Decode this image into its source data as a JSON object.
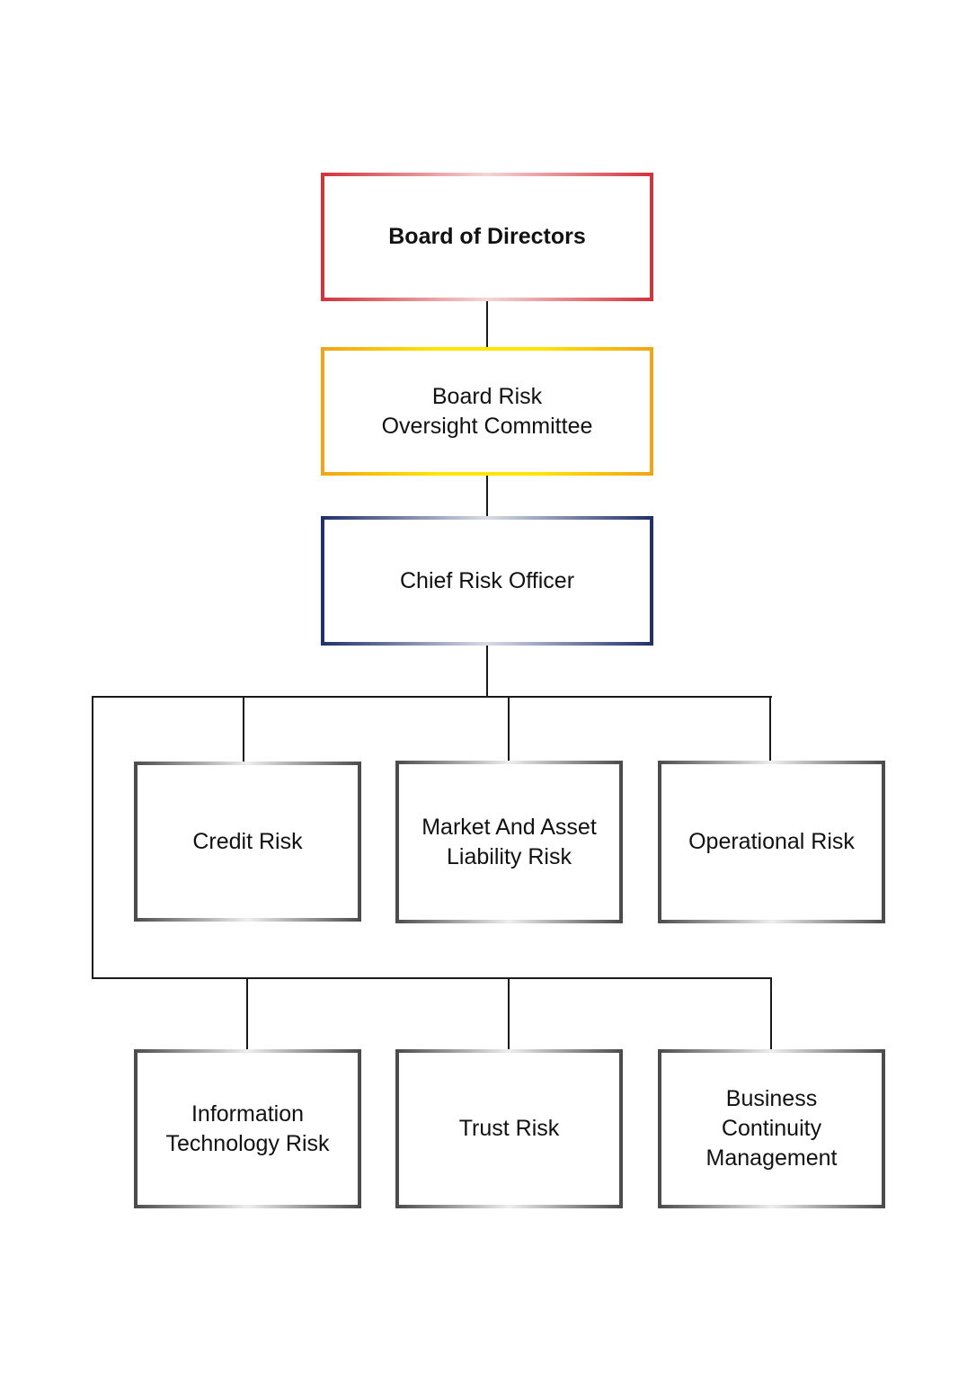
{
  "colors": {
    "board": "#d3313a",
    "committee": "#f2a316",
    "committee_highlight": "#ffe600",
    "officer": "#1e2f6b",
    "units": "#4a4a4a",
    "line": "#1a1a1a"
  },
  "nodes": {
    "board": {
      "lines": [
        "Board of Directors"
      ]
    },
    "committee": {
      "lines": [
        "Board Risk",
        "Oversight Committee"
      ]
    },
    "officer": {
      "lines": [
        "Chief Risk Officer"
      ]
    },
    "credit": {
      "lines": [
        "Credit Risk"
      ]
    },
    "market": {
      "lines": [
        "Market And Asset",
        "Liability Risk"
      ]
    },
    "operational": {
      "lines": [
        "Operational Risk"
      ]
    },
    "it": {
      "lines": [
        "Information",
        "Technology Risk"
      ]
    },
    "trust": {
      "lines": [
        "Trust Risk"
      ]
    },
    "bcm": {
      "lines": [
        "Business",
        "Continuity",
        "Management"
      ]
    }
  }
}
